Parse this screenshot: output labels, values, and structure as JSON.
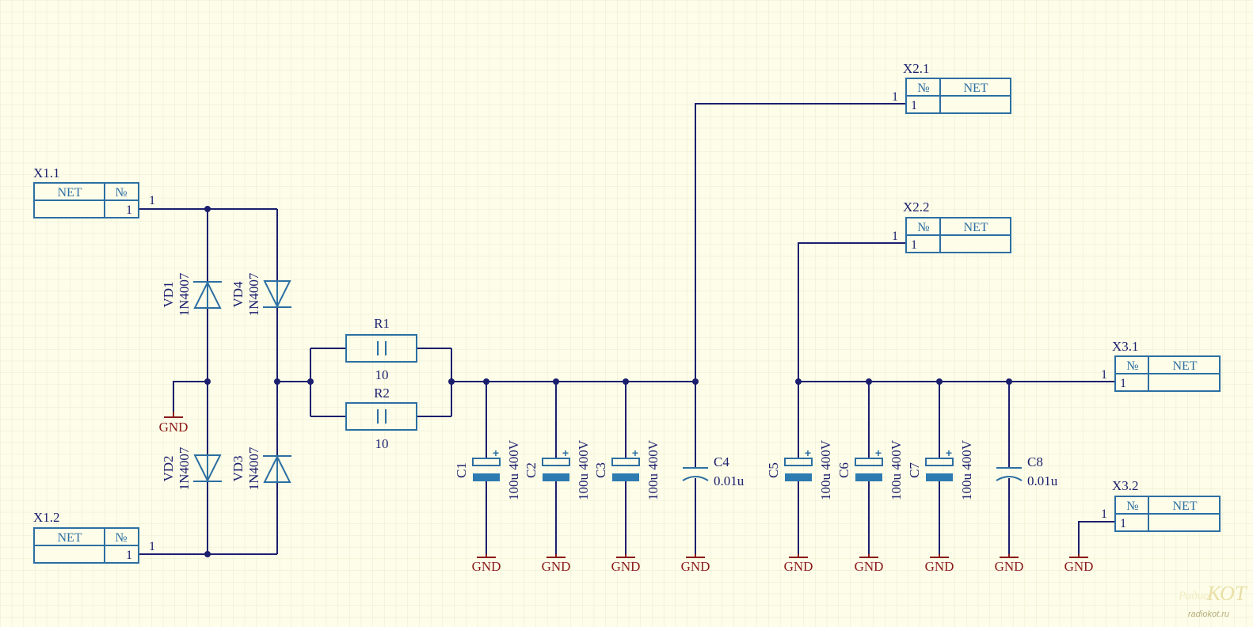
{
  "connectors": {
    "x11": {
      "ref": "X1.1",
      "col_net": "NET",
      "col_no": "№",
      "pin": "1",
      "wire_pin": "1"
    },
    "x12": {
      "ref": "X1.2",
      "col_net": "NET",
      "col_no": "№",
      "pin": "1",
      "wire_pin": "1"
    },
    "x21": {
      "ref": "X2.1",
      "col_net": "NET",
      "col_no": "№",
      "pin": "1",
      "wire_pin": "1"
    },
    "x22": {
      "ref": "X2.2",
      "col_net": "NET",
      "col_no": "№",
      "pin": "1",
      "wire_pin": "1"
    },
    "x31": {
      "ref": "X3.1",
      "col_net": "NET",
      "col_no": "№",
      "pin": "1",
      "wire_pin": "1"
    },
    "x32": {
      "ref": "X3.2",
      "col_net": "NET",
      "col_no": "№",
      "pin": "1",
      "wire_pin": "1"
    }
  },
  "diodes": {
    "vd1": {
      "ref": "VD1",
      "part": "1N4007"
    },
    "vd2": {
      "ref": "VD2",
      "part": "1N4007"
    },
    "vd3": {
      "ref": "VD3",
      "part": "1N4007"
    },
    "vd4": {
      "ref": "VD4",
      "part": "1N4007"
    }
  },
  "resistors": {
    "r1": {
      "ref": "R1",
      "value": "10"
    },
    "r2": {
      "ref": "R2",
      "value": "10"
    }
  },
  "capacitors": {
    "c1": {
      "ref": "C1",
      "value": "100u 400V"
    },
    "c2": {
      "ref": "C2",
      "value": "100u 400V"
    },
    "c3": {
      "ref": "C3",
      "value": "100u 400V"
    },
    "c4": {
      "ref": "C4",
      "value": "0.01u"
    },
    "c5": {
      "ref": "C5",
      "value": "100u 400V"
    },
    "c6": {
      "ref": "C6",
      "value": "100u 400V"
    },
    "c7": {
      "ref": "C7",
      "value": "100u 400V"
    },
    "c8": {
      "ref": "C8",
      "value": "0.01u"
    }
  },
  "gnd_label": "GND",
  "polarity_mark": "+",
  "watermark": {
    "line1": "Радио",
    "line2": "КОТ",
    "site": "radiokot.ru"
  }
}
